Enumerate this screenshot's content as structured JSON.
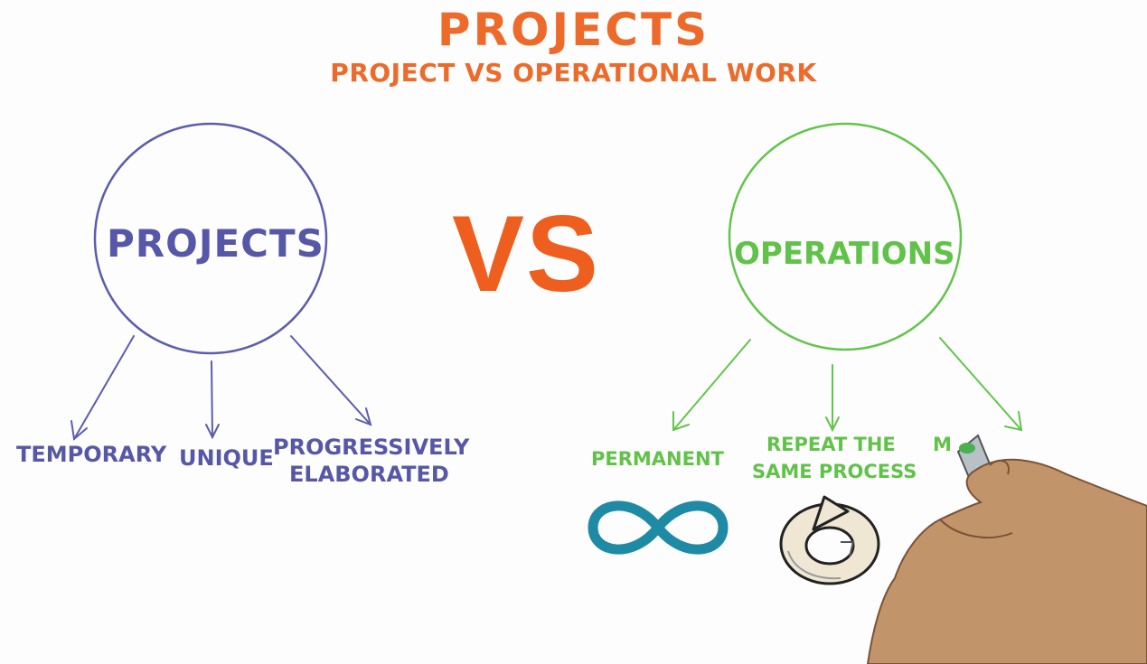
{
  "header": {
    "title": "PROJECTS",
    "subtitle": "PROJECT VS OPERATIONAL WORK"
  },
  "left": {
    "circle_label": "PROJECTS",
    "traits": [
      "TEMPORARY",
      "UNIQUE",
      "PROGRESSIVELY",
      "ELABORATED"
    ]
  },
  "center": {
    "vs": "VS"
  },
  "right": {
    "circle_label": "OPERATIONS",
    "traits": [
      "PERMANENT",
      "REPEAT THE",
      "SAME PROCESS",
      "M"
    ]
  },
  "icons": [
    "infinity-icon",
    "repeat-cycle-icon",
    "hand-with-marker-icon"
  ],
  "colors": {
    "orange": "#ee6a2a",
    "purple": "#5757a8",
    "green": "#61c24a",
    "teal": "#1f8aa4"
  }
}
